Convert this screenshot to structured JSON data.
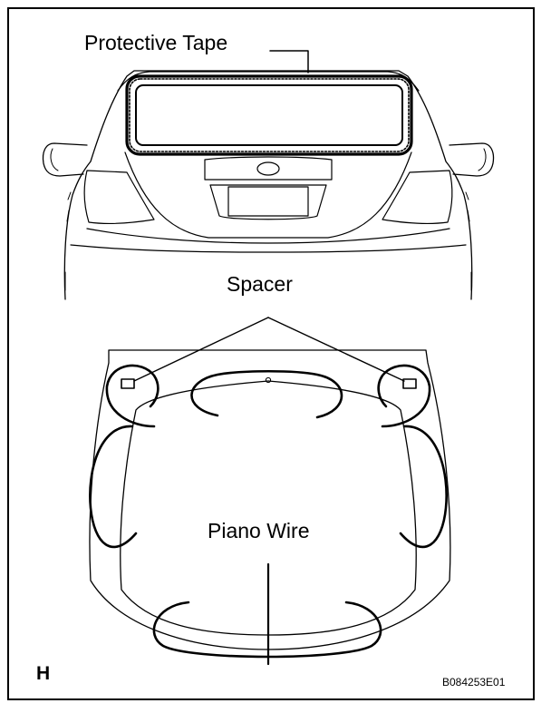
{
  "labels": {
    "protective_tape": "Protective Tape",
    "spacer": "Spacer",
    "piano_wire": "Piano Wire",
    "view_tag": "H",
    "figure_id": "B084253E01"
  },
  "colors": {
    "line": "#000000",
    "background": "#ffffff"
  }
}
